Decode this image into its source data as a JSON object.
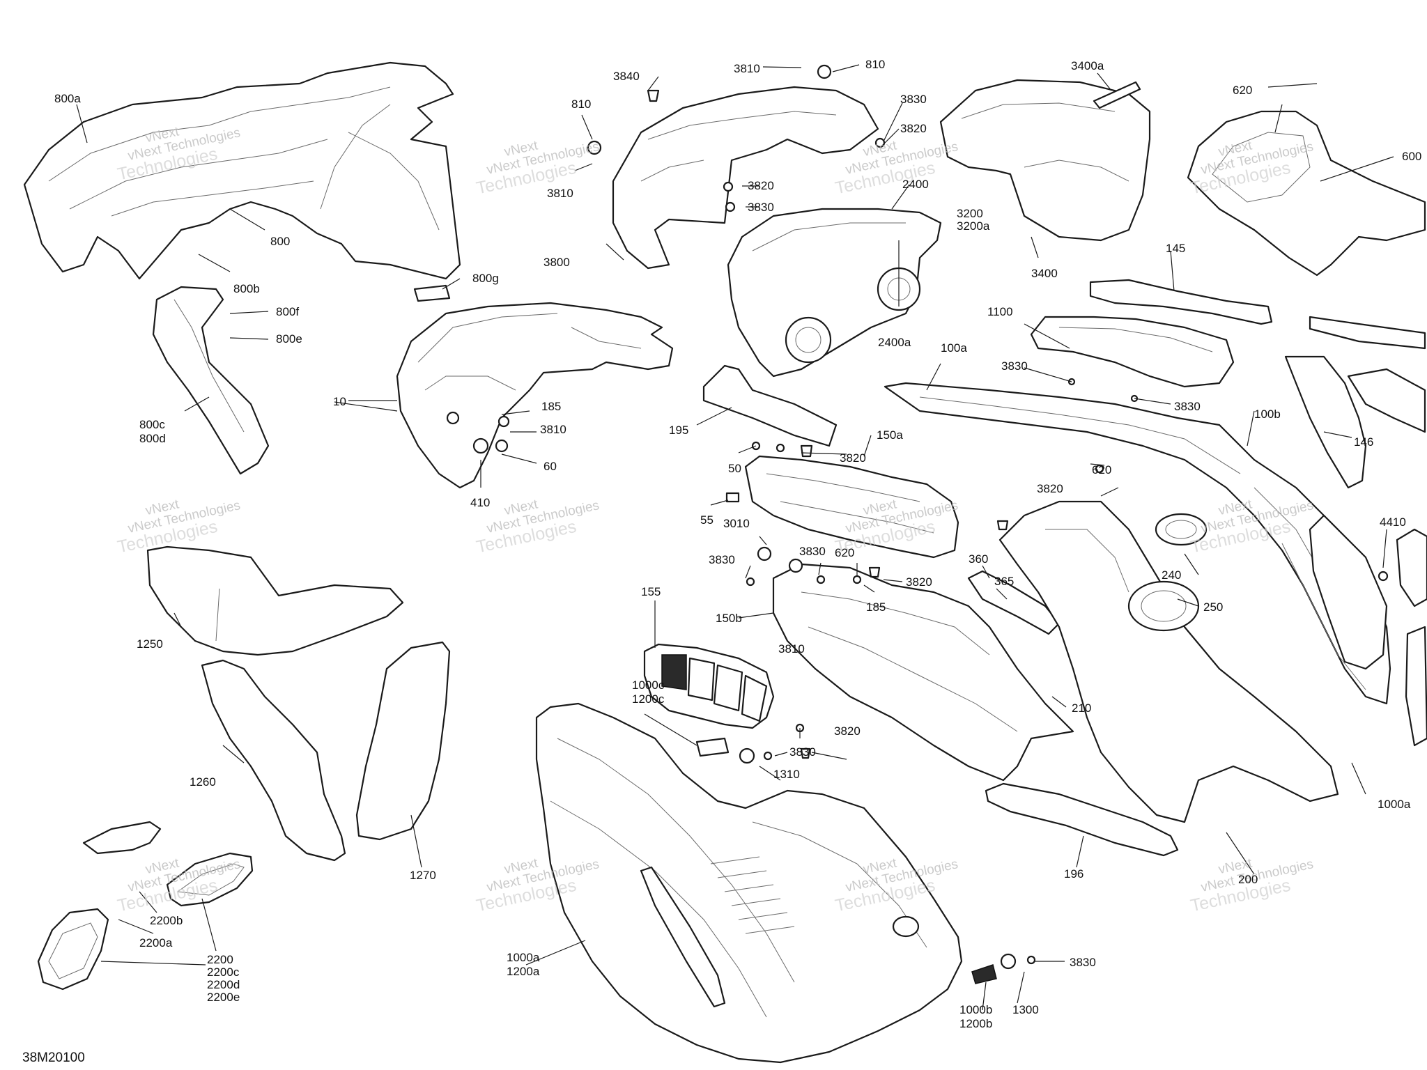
{
  "diagram_ref": "38M20100",
  "watermark": {
    "line1": "vNext",
    "line2": "vNext Technologies",
    "line3": "Technologies"
  },
  "labels": {
    "l800a": "800a",
    "l800": "800",
    "l800b": "800b",
    "l800g": "800g",
    "l800f": "800f",
    "l800e": "800e",
    "l800c": "800c",
    "l800d": "800d",
    "l3840": "3840",
    "l3810a": "3810",
    "l810a": "810",
    "l810b": "810",
    "l3830a": "3830",
    "l3820a": "3820",
    "l3810b": "3810",
    "l3820b": "3820",
    "l3830b": "3830",
    "l3800": "3800",
    "l3400a": "3400a",
    "l2400": "2400",
    "l3200": "3200",
    "l3200a": "3200a",
    "l3400": "3400",
    "l620a": "620",
    "l600": "600",
    "l2400a": "2400a",
    "l145": "145",
    "l10": "10",
    "l185a": "185",
    "l3810c": "3810",
    "l60": "60",
    "l410": "410",
    "l1100": "1100",
    "l3830c": "3830",
    "l3830d": "3830",
    "l100a": "100a",
    "l195": "195",
    "l100b": "100b",
    "l146": "146",
    "l50": "50",
    "l3820c": "3820",
    "l150a": "150a",
    "l620b": "620",
    "l3820d": "3820",
    "l55": "55",
    "l3010": "3010",
    "l3830e": "3830",
    "l3830f": "3830",
    "l620c": "620",
    "l3820e": "3820",
    "l360": "360",
    "l365": "365",
    "l185b": "185",
    "l240": "240",
    "l4410": "4410",
    "l250": "250",
    "l155": "155",
    "l150b": "150b",
    "l1250": "1250",
    "l3810d": "3810",
    "l1000c": "1000c",
    "l1200c": "1200c",
    "l3820f": "3820",
    "l3830g": "3830",
    "l1310": "1310",
    "l210": "210",
    "l1260": "1260",
    "l1000a_r": "1000a",
    "l196": "196",
    "l200": "200",
    "l1270": "1270",
    "l2200b": "2200b",
    "l2200a": "2200a",
    "l2200": "2200",
    "l2200c": "2200c",
    "l2200d": "2200d",
    "l2200e": "2200e",
    "l1000a": "1000a",
    "l1200a": "1200a",
    "l3830h": "3830",
    "l1300": "1300",
    "l1000b": "1000b",
    "l1200b": "1200b"
  }
}
